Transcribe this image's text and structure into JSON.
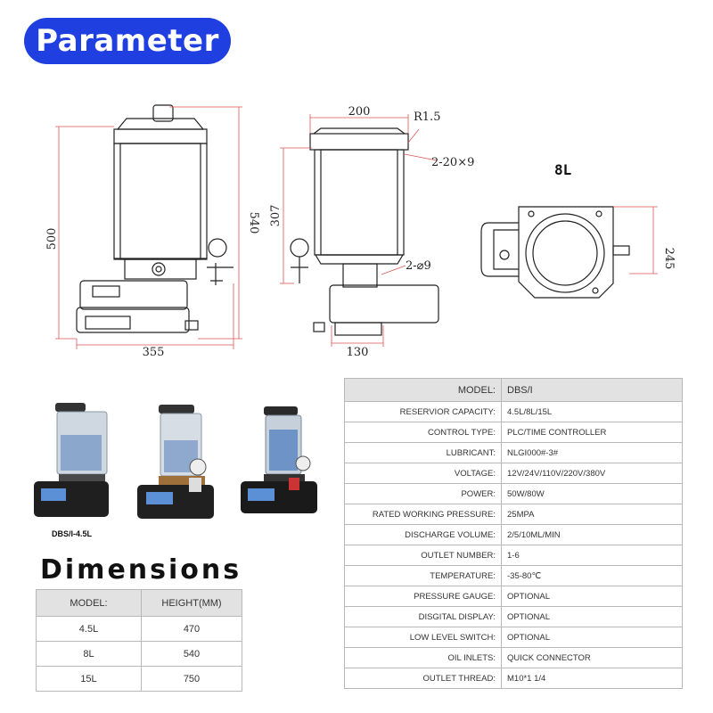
{
  "header": {
    "title": "Parameter"
  },
  "drawing": {
    "front_width": "355",
    "front_height_outer": "500",
    "front_height_inner": "540",
    "side_top_width": "200",
    "side_radius": "R1.5",
    "side_holes_top": "2-20×9",
    "side_height": "307",
    "side_holes_bottom": "2-⌀9",
    "side_base_width": "130",
    "top_view_label": "8L",
    "top_view_depth": "245"
  },
  "photos": {
    "caption": "DBS/I-4.5L"
  },
  "dimensions": {
    "title": "Dimensions",
    "header": [
      "MODEL:",
      "HEIGHT(MM)"
    ],
    "rows": [
      [
        "4.5L",
        "470"
      ],
      [
        "8L",
        "540"
      ],
      [
        "15L",
        "750"
      ]
    ]
  },
  "specs": {
    "header": [
      "MODEL:",
      "DBS/I"
    ],
    "rows": [
      [
        "RESERVIOR CAPACITY:",
        "4.5L/8L/15L"
      ],
      [
        "CONTROL TYPE:",
        "PLC/TIME CONTROLLER"
      ],
      [
        "LUBRICANT:",
        "NLGI000#-3#"
      ],
      [
        "VOLTAGE:",
        "12V/24V/110V/220V/380V"
      ],
      [
        "POWER:",
        "50W/80W"
      ],
      [
        "RATED WORKING PRESSURE:",
        "25MPA"
      ],
      [
        "DISCHARGE VOLUME:",
        "2/5/10ML/MIN"
      ],
      [
        "OUTLET NUMBER:",
        "1-6"
      ],
      [
        "TEMPERATURE:",
        "-35-80℃"
      ],
      [
        "PRESSURE GAUGE:",
        "OPTIONAL"
      ],
      [
        "DISGITAL DISPLAY:",
        "OPTIONAL"
      ],
      [
        "LOW LEVEL SWITCH:",
        "OPTIONAL"
      ],
      [
        "OIL INLETS:",
        "QUICK CONNECTOR"
      ],
      [
        "OUTLET THREAD:",
        "M10*1   1/4"
      ]
    ]
  }
}
